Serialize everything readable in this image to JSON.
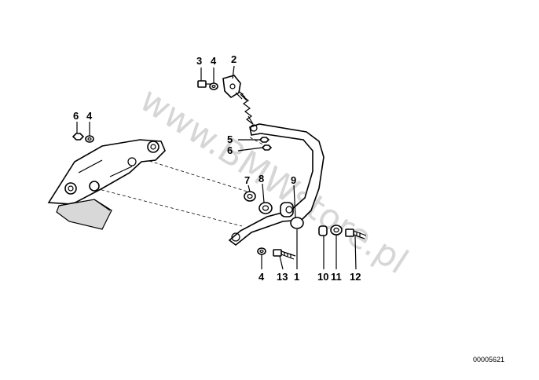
{
  "callouts": [
    {
      "id": "c3",
      "label": "3"
    },
    {
      "id": "c4a",
      "label": "4"
    },
    {
      "id": "c2",
      "label": "2"
    },
    {
      "id": "c6a",
      "label": "6"
    },
    {
      "id": "c4b",
      "label": "4"
    },
    {
      "id": "c5",
      "label": "5"
    },
    {
      "id": "c6b",
      "label": "6"
    },
    {
      "id": "c7",
      "label": "7"
    },
    {
      "id": "c8",
      "label": "8"
    },
    {
      "id": "c9",
      "label": "9"
    },
    {
      "id": "c4c",
      "label": "4"
    },
    {
      "id": "c13",
      "label": "13"
    },
    {
      "id": "c1",
      "label": "1"
    },
    {
      "id": "c10",
      "label": "10"
    },
    {
      "id": "c11",
      "label": "11"
    },
    {
      "id": "c12",
      "label": "12"
    }
  ],
  "watermark": "www.BMWstore.pl",
  "diagram_code": "00005621"
}
